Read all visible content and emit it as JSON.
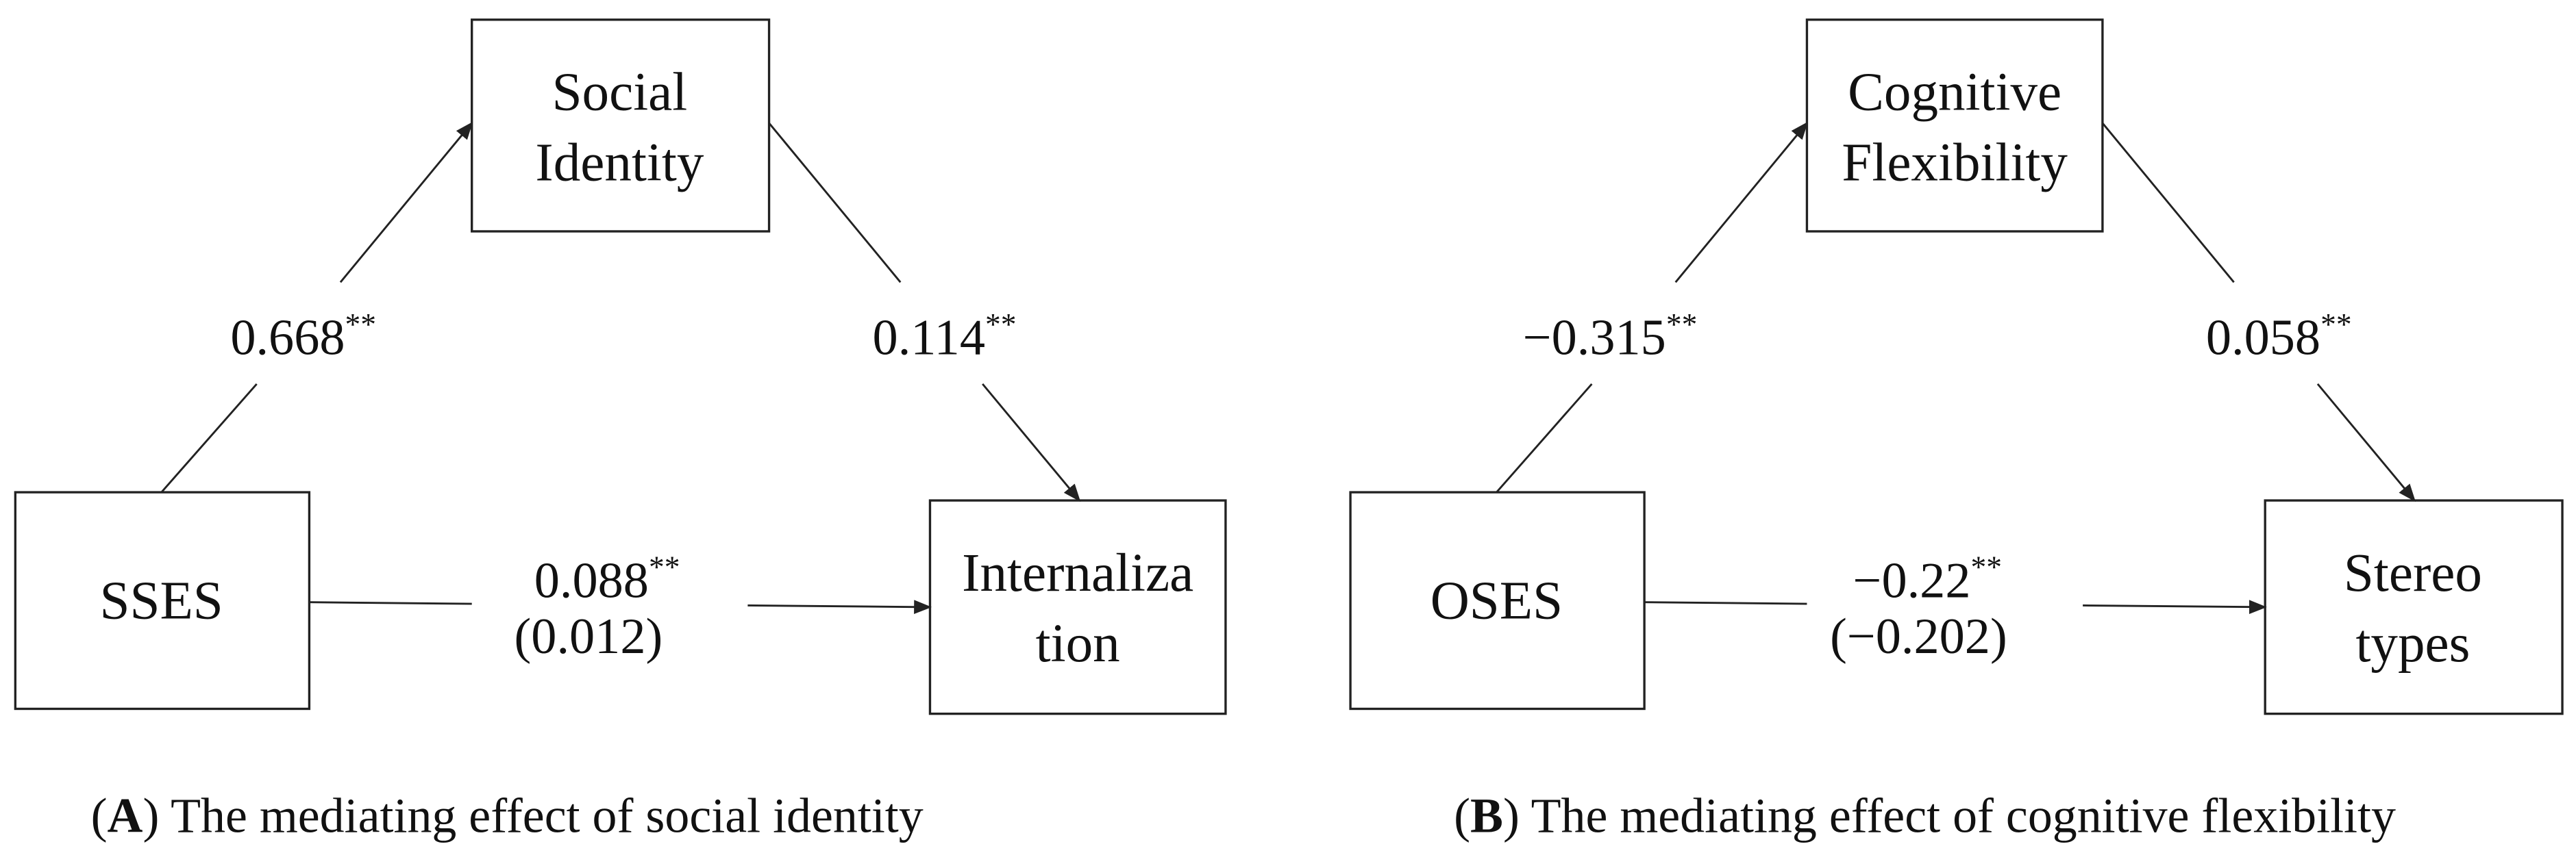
{
  "panels": [
    {
      "caption_letter": "A",
      "caption_text": " The mediating effect of social identity",
      "mediator": [
        "Social",
        "Identity"
      ],
      "predictor": "SSES",
      "outcome": [
        "Internaliza",
        "tion"
      ],
      "path_a": {
        "value": "0.668",
        "sig": "**"
      },
      "path_b": {
        "value": "0.114",
        "sig": "**"
      },
      "path_c": {
        "value": "0.088",
        "sig": "**",
        "direct": "(0.012)"
      }
    },
    {
      "caption_letter": "B",
      "caption_text": " The mediating effect of cognitive flexibility",
      "mediator": [
        "Cognitive",
        "Flexibility"
      ],
      "predictor": "OSES",
      "outcome": [
        "Stereo",
        "types"
      ],
      "path_a": {
        "value": "−0.315",
        "sig": "**"
      },
      "path_b": {
        "value": "0.058",
        "sig": "**"
      },
      "path_c": {
        "value": "−0.22",
        "sig": "**",
        "direct": "(−0.202)"
      }
    }
  ]
}
